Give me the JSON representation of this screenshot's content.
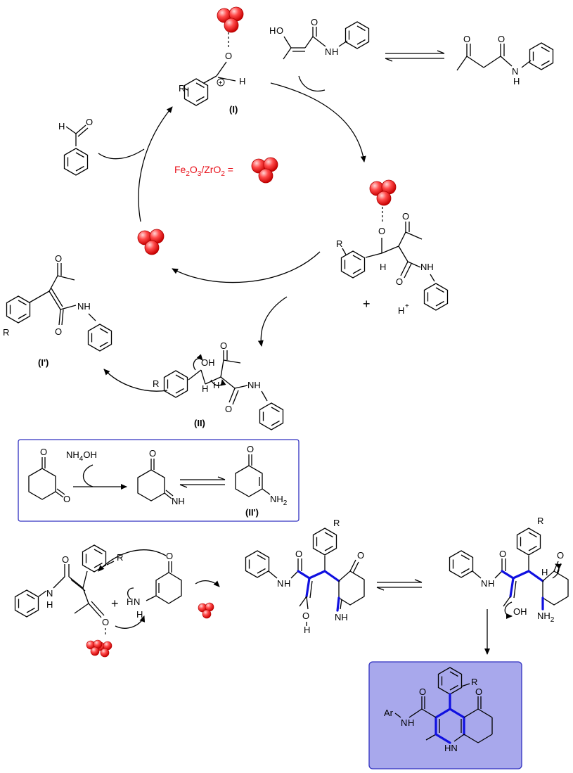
{
  "catalyst": {
    "formula_parts": [
      "Fe",
      "2",
      "O",
      "3",
      "/ZrO",
      "2",
      " ="
    ]
  },
  "labels": {
    "I": "(I)",
    "I_prime": "(I')",
    "II": "(II)",
    "II_prime": "(II')",
    "plus": "+",
    "H": "H",
    "H_plus_sup": "+",
    "R": "R",
    "O": "O",
    "OH": "OH",
    "NH": "NH",
    "N": "N",
    "H_ab": "H",
    "NH2_N": "NH",
    "NH2_sub": "2",
    "Ar": "Ar",
    "HN": "HN"
  },
  "inset": {
    "reagent": "NH",
    "reagent_sub": "4",
    "reagent_tail": "OH"
  },
  "colors": {
    "catalyst": "#e8101a",
    "new_bonds": "#1010e0",
    "product_box": "#a8a8ec",
    "inset_border": "#3030c0"
  }
}
